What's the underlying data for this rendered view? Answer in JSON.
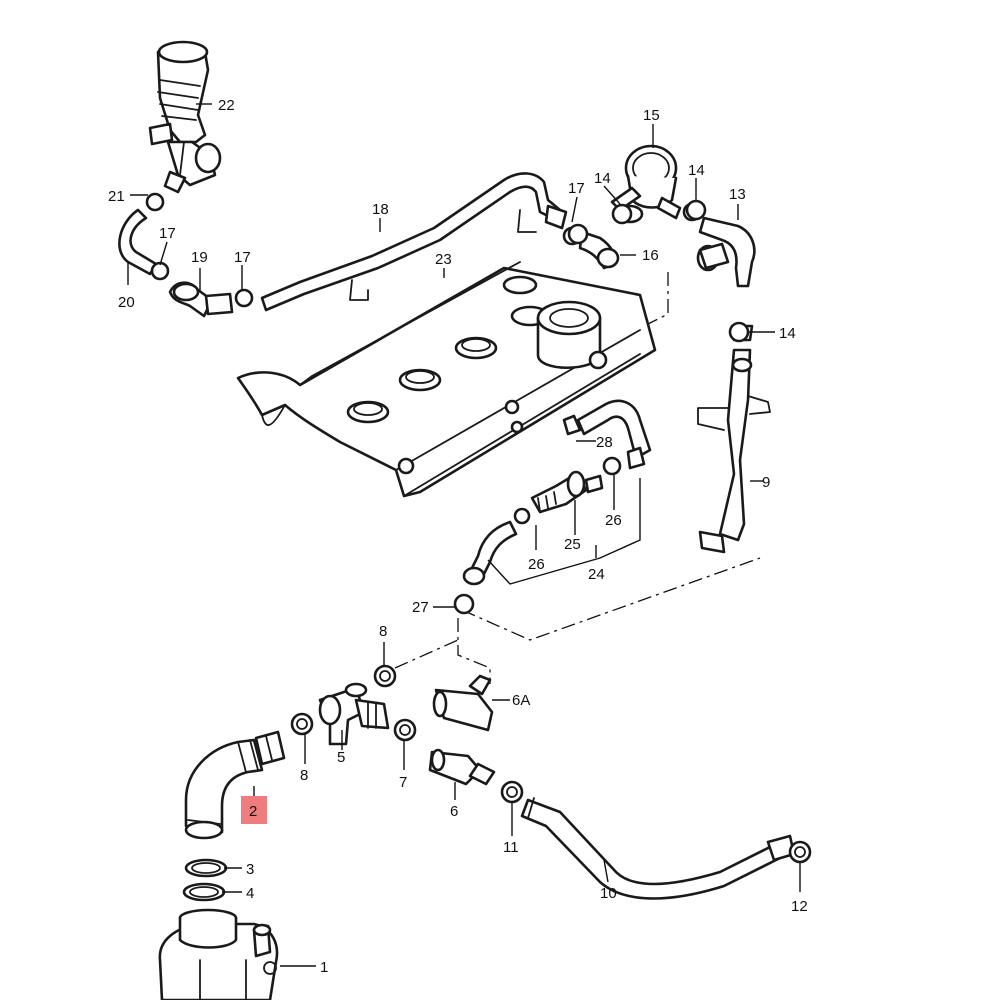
{
  "diagram": {
    "callouts": [
      {
        "id": "c1",
        "text": "1"
      },
      {
        "id": "c2",
        "text": "2"
      },
      {
        "id": "c3",
        "text": "3"
      },
      {
        "id": "c4",
        "text": "4"
      },
      {
        "id": "c5",
        "text": "5"
      },
      {
        "id": "c6",
        "text": "6"
      },
      {
        "id": "c6a",
        "text": "6A"
      },
      {
        "id": "c7",
        "text": "7"
      },
      {
        "id": "c8a",
        "text": "8"
      },
      {
        "id": "c8b",
        "text": "8"
      },
      {
        "id": "c9",
        "text": "9"
      },
      {
        "id": "c10",
        "text": "10"
      },
      {
        "id": "c11",
        "text": "11"
      },
      {
        "id": "c12",
        "text": "12"
      },
      {
        "id": "c13",
        "text": "13"
      },
      {
        "id": "c14a",
        "text": "14"
      },
      {
        "id": "c14b",
        "text": "14"
      },
      {
        "id": "c14c",
        "text": "14"
      },
      {
        "id": "c15",
        "text": "15"
      },
      {
        "id": "c16",
        "text": "16"
      },
      {
        "id": "c17a",
        "text": "17"
      },
      {
        "id": "c17b",
        "text": "17"
      },
      {
        "id": "c17c",
        "text": "17"
      },
      {
        "id": "c18",
        "text": "18"
      },
      {
        "id": "c19",
        "text": "19"
      },
      {
        "id": "c20",
        "text": "20"
      },
      {
        "id": "c21",
        "text": "21"
      },
      {
        "id": "c22",
        "text": "22"
      },
      {
        "id": "c23",
        "text": "23"
      },
      {
        "id": "c24",
        "text": "24"
      },
      {
        "id": "c25",
        "text": "25"
      },
      {
        "id": "c26a",
        "text": "26"
      },
      {
        "id": "c26b",
        "text": "26"
      },
      {
        "id": "c27",
        "text": "27"
      },
      {
        "id": "c28",
        "text": "28"
      }
    ],
    "highlighted_callout": "2",
    "highlight_color": "#ef7d80",
    "line_color": "#1a1a1a",
    "background_color": "#ffffff"
  }
}
